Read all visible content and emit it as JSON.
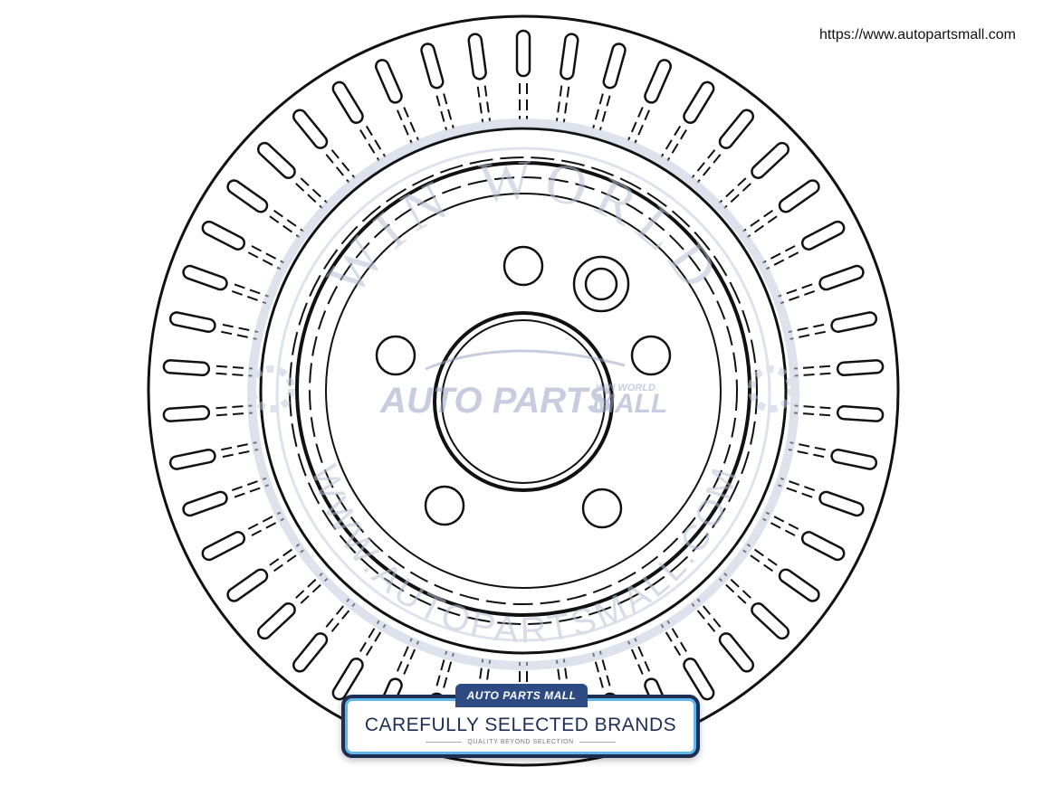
{
  "page": {
    "url_text": "https://www.autopartsmall.com"
  },
  "watermark": {
    "arc_top": "WIN WORLD",
    "arc_bottom": "WWW.AUTOPARTSMALL.COM",
    "logo_main": "AUTO PARTS",
    "logo_small_top": "WIN WORLD",
    "logo_small_bottom": "MALL",
    "color": "#b7c0d6"
  },
  "banner": {
    "logo_text": "AUTO PARTS MALL",
    "title": "CAREFULLY SELECTED BRANDS",
    "subtitle": "QUALITY BEYOND SELECTION",
    "border_color": "#1e2e52",
    "accent_color": "#5fb6ea"
  },
  "drawing": {
    "subject": "brake-rotor",
    "vent_slot_count": 46,
    "bolt_hole_count": 5,
    "line_color": "#111111"
  }
}
